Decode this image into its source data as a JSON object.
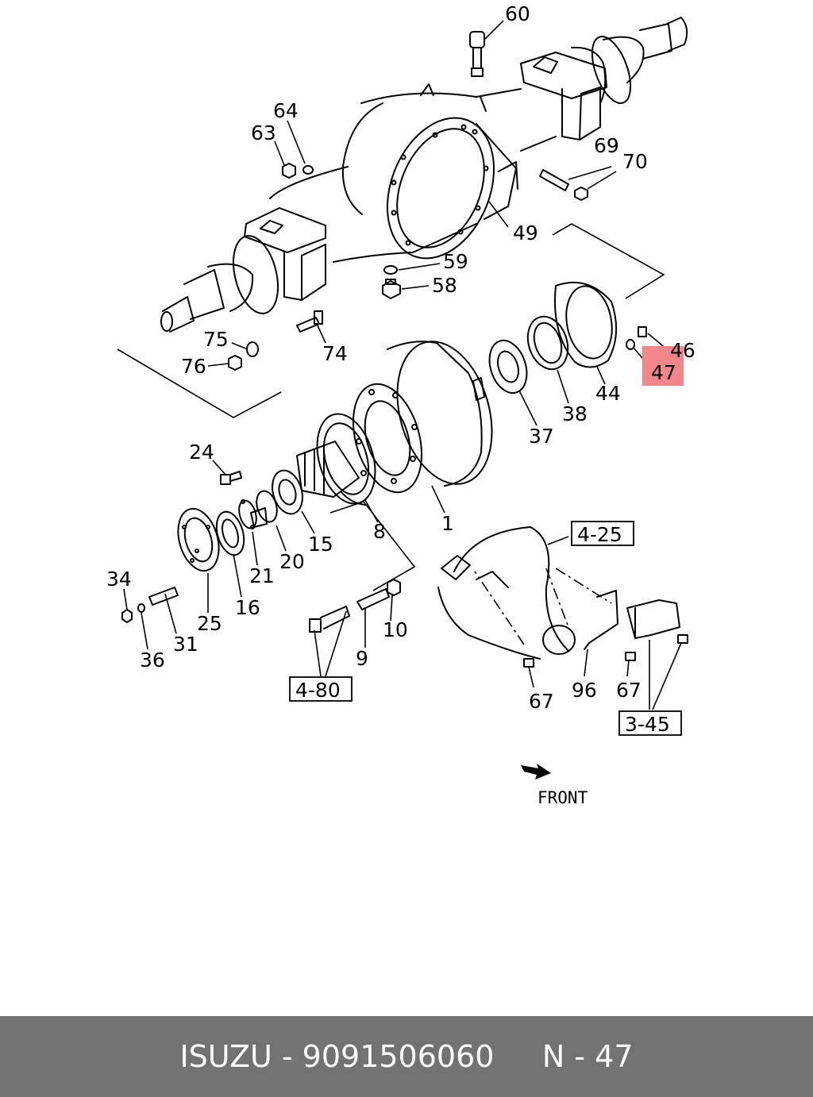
{
  "labels": {
    "l60": "60",
    "l64": "64",
    "l63": "63",
    "l69": "69",
    "l70": "70",
    "l49": "49",
    "l59": "59",
    "l58": "58",
    "l75": "75",
    "l76": "76",
    "l74": "74",
    "l46": "46",
    "l47": "47",
    "l44": "44",
    "l38": "38",
    "l37": "37",
    "l1": "1",
    "l24": "24",
    "l8": "8",
    "l15": "15",
    "l20": "20",
    "l21": "21",
    "l16": "16",
    "l25": "25",
    "l31": "31",
    "l34": "34",
    "l36": "36",
    "l9": "9",
    "l10": "10",
    "l67a": "67",
    "l96": "96",
    "l67b": "67"
  },
  "boxes": {
    "b425": "4-25",
    "b480": "4-80",
    "b345": "3-45"
  },
  "front_label": "FRONT",
  "highlight": {
    "part": "47",
    "color": "#f2868a"
  },
  "footer": {
    "brand": "ISUZU",
    "part_number": "9091506060",
    "ref": "N - 47",
    "background": "#727272"
  }
}
